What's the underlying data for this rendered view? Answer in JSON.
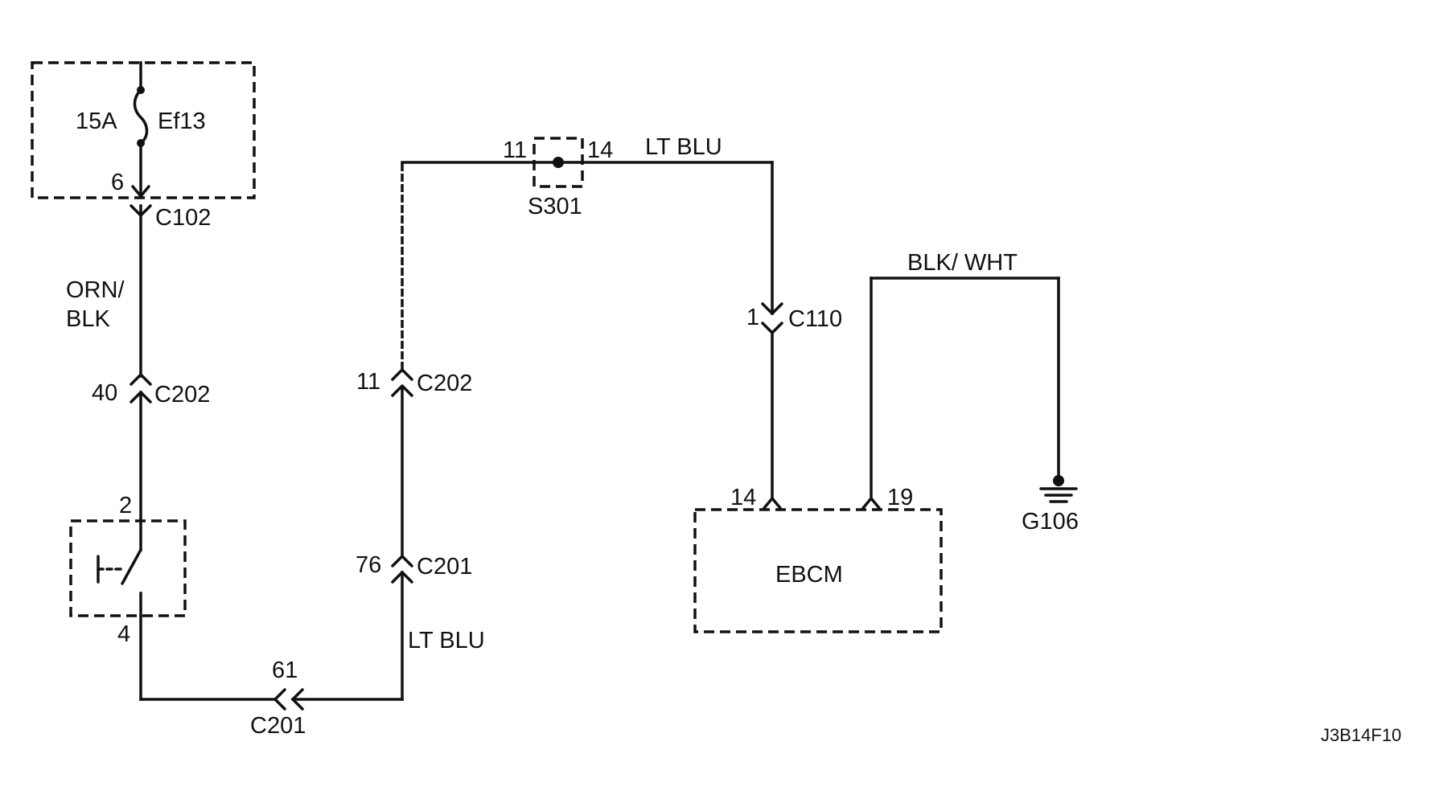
{
  "fuse": {
    "rating": "15A",
    "name": "Ef13",
    "pin": "6"
  },
  "connectors": {
    "c102": "C102",
    "c202_left": {
      "pin": "40",
      "name": "C202"
    },
    "c202_right": {
      "pin": "11",
      "name": "C202"
    },
    "c201_right": {
      "pin": "76",
      "name": "C201"
    },
    "c201_bottom": {
      "pin": "61",
      "name": "C201"
    },
    "c110": {
      "pin": "1",
      "name": "C110"
    }
  },
  "switch": {
    "pin_top": "2",
    "pin_bottom": "4"
  },
  "splice": {
    "name": "S301",
    "pin_left": "11",
    "pin_right": "14"
  },
  "wires": {
    "orn_blk_line1": "ORN/",
    "orn_blk_line2": "BLK",
    "lt_blu_top": "LT BLU",
    "lt_blu_bottom": "LT BLU",
    "blk_wht": "BLK/ WHT"
  },
  "ebcm": {
    "name": "EBCM",
    "pin_a": "14",
    "pin_b": "19"
  },
  "ground": {
    "name": "G106"
  },
  "figure_code": "J3B14F10"
}
